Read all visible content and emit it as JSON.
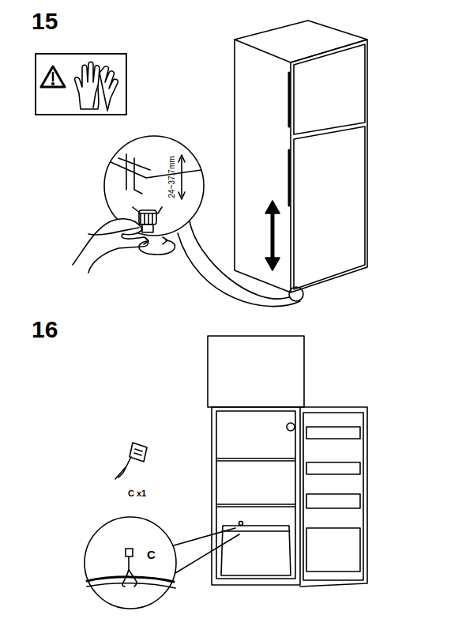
{
  "diagram": {
    "labels": [
      "15",
      "24~37.7mm",
      "16",
      "C x1",
      "C"
    ]
  }
}
